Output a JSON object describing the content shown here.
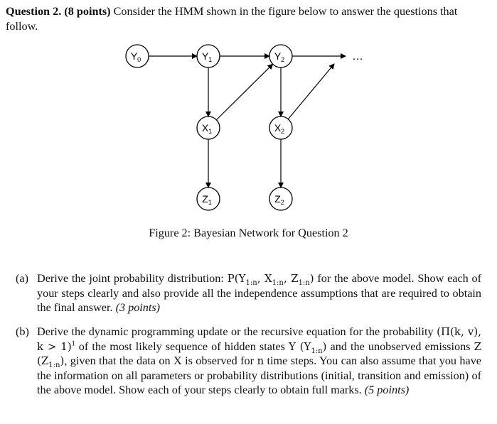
{
  "question": {
    "label": "Question 2.",
    "points": "(8 points)",
    "intro": "Consider the HMM shown in the figure below to answer the questions that follow."
  },
  "figure": {
    "nodes": [
      {
        "id": "Y0",
        "base": "Y",
        "sub": "0"
      },
      {
        "id": "Y1",
        "base": "Y",
        "sub": "1"
      },
      {
        "id": "Y2",
        "base": "Y",
        "sub": "2"
      },
      {
        "id": "X1",
        "base": "X",
        "sub": "1"
      },
      {
        "id": "X2",
        "base": "X",
        "sub": "2"
      },
      {
        "id": "Z1",
        "base": "Z",
        "sub": "1"
      },
      {
        "id": "Z2",
        "base": "Z",
        "sub": "2"
      }
    ],
    "edges": [
      [
        "Y0",
        "Y1"
      ],
      [
        "Y1",
        "Y2"
      ],
      [
        "Y1",
        "X1"
      ],
      [
        "Y2",
        "X2"
      ],
      [
        "X1",
        "Y2"
      ],
      [
        "X1",
        "Z1"
      ],
      [
        "X2",
        "Z2"
      ]
    ],
    "ellipsis": "…",
    "caption": "Figure 2: Bayesian Network for Question 2"
  },
  "parts": {
    "a": {
      "marker": "(a)",
      "text1": "Derive the joint probability distribution: ",
      "math": "P(Y1:n, X1:n, Z1:n)",
      "text2": " for the above model. Show each of your steps clearly and also provide all the independence assumptions that are required to obtain the final answer.",
      "points": "(3 points)"
    },
    "b": {
      "marker": "(b)",
      "text1": "Derive the dynamic programming update or the recursive equation for the probability ",
      "math1": "(Π(k, v), k > 1)",
      "footnote": "1",
      "text2": " of the most likely sequence of hidden states ",
      "math2": "Y (Y1:n)",
      "text3": " and the unobserved emissions ",
      "math3": "Z (Z1:n)",
      "text4": ", given that the data on X is observed for ",
      "math4": "n",
      "text5": " time steps. You can also assume that you have the information on all parameters or probability distributions (initial, transition and emission) of the above model. Show each of your steps clearly to obtain full marks.",
      "points": "(5 points)"
    }
  }
}
